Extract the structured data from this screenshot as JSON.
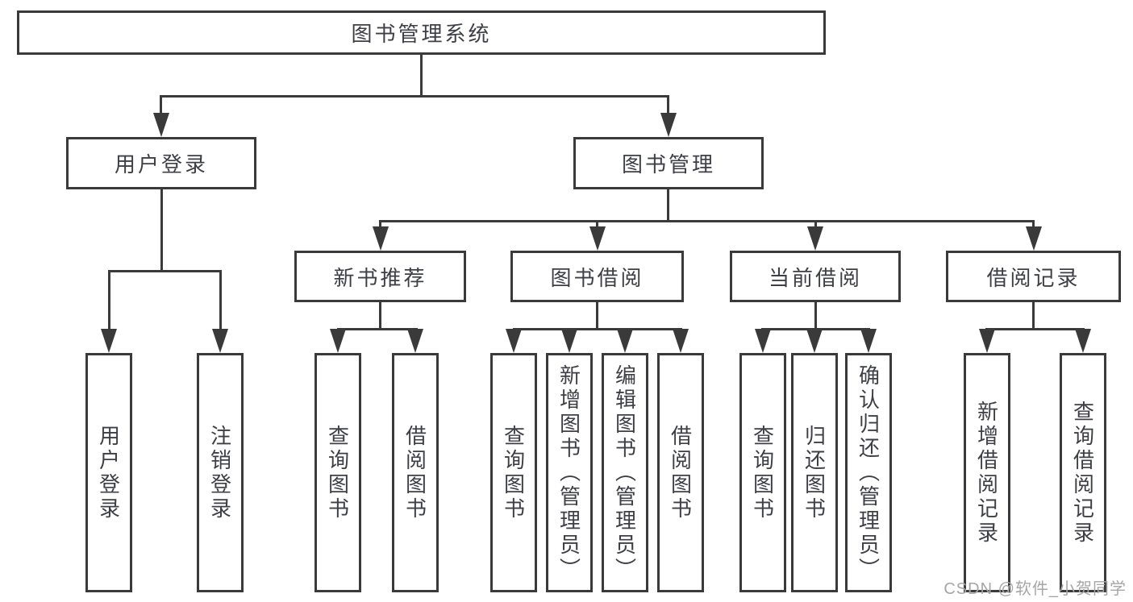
{
  "colors": {
    "stroke": "#3a3a3a",
    "text": "#3d3f45",
    "background": "#ffffff",
    "watermark": "#a6a6a6"
  },
  "watermark": "CSDN @软件_小贺同学",
  "tree": {
    "root": "图书管理系统",
    "branches": [
      {
        "label": "用户登录",
        "children": [
          "用户登录",
          "注销登录"
        ]
      },
      {
        "label": "图书管理",
        "sections": [
          {
            "label": "新书推荐",
            "children": [
              "查询图书",
              "借阅图书"
            ]
          },
          {
            "label": "图书借阅",
            "children": [
              "查询图书",
              "新增图书（管理员）",
              "编辑图书（管理员）",
              "借阅图书"
            ]
          },
          {
            "label": "当前借阅",
            "children": [
              "查询图书",
              "归还图书",
              "确认归还（管理员）"
            ]
          },
          {
            "label": "借阅记录",
            "children": [
              "新增借阅记录",
              "查询借阅记录"
            ]
          }
        ]
      }
    ]
  }
}
